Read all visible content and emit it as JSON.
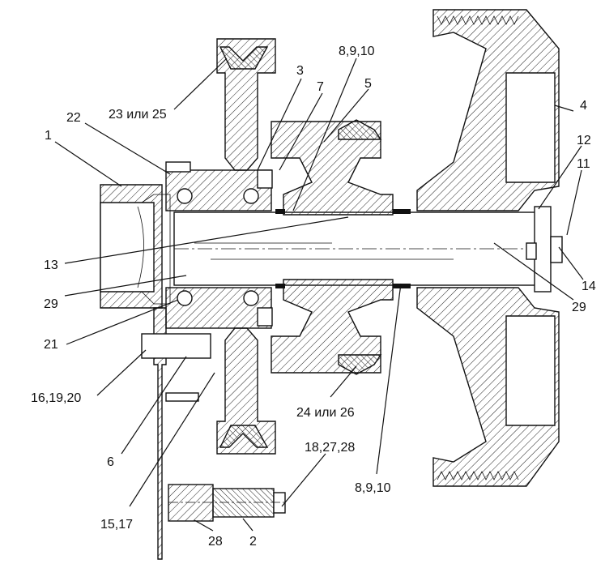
{
  "drawing": {
    "callouts": [
      {
        "id": "c1",
        "text": "1"
      },
      {
        "id": "c22",
        "text": "22"
      },
      {
        "id": "c23",
        "text": "23 или 25"
      },
      {
        "id": "c3",
        "text": "3"
      },
      {
        "id": "c7",
        "text": "7"
      },
      {
        "id": "c8a",
        "text": "8,9,10"
      },
      {
        "id": "c5",
        "text": "5"
      },
      {
        "id": "c4",
        "text": "4"
      },
      {
        "id": "c12",
        "text": "12"
      },
      {
        "id": "c11",
        "text": "11"
      },
      {
        "id": "c13",
        "text": "13"
      },
      {
        "id": "c29a",
        "text": "29"
      },
      {
        "id": "c21",
        "text": "21"
      },
      {
        "id": "c14",
        "text": "14"
      },
      {
        "id": "c29b",
        "text": "29"
      },
      {
        "id": "c16",
        "text": "16,19,20"
      },
      {
        "id": "c24",
        "text": "24 или 26"
      },
      {
        "id": "c6",
        "text": "6"
      },
      {
        "id": "c18",
        "text": "18,27,28"
      },
      {
        "id": "c8b",
        "text": "8,9,10"
      },
      {
        "id": "c15",
        "text": "15,17"
      },
      {
        "id": "c28",
        "text": "28"
      },
      {
        "id": "c2",
        "text": "2"
      }
    ],
    "colors": {
      "line": "#111111",
      "hatch": "#222222",
      "background": "#ffffff"
    }
  }
}
